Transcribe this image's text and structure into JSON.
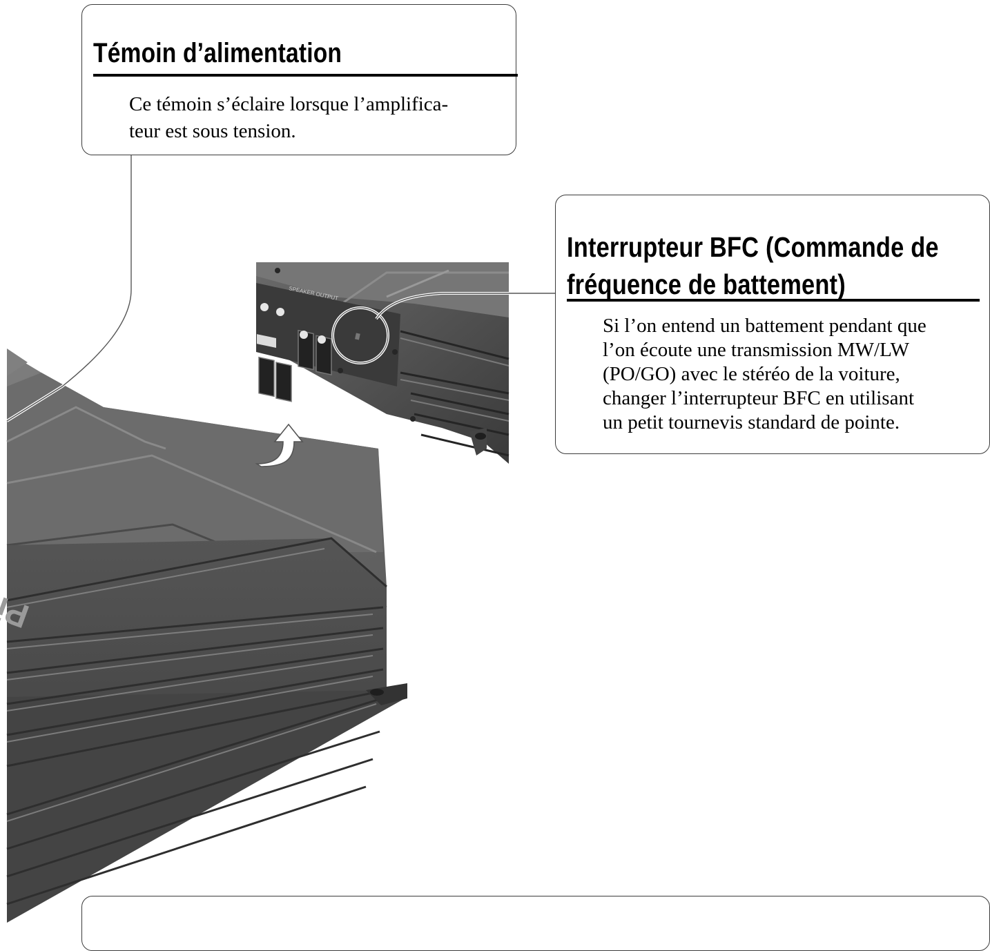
{
  "power_indicator": {
    "title": "Témoin d’alimentation",
    "text": "Ce témoin s’éclaire lorsque l’amplifica-\nteur est sous tension."
  },
  "bfc_switch": {
    "title": "Interrupteur BFC (Commande de\nfréquence de battement)",
    "text": "Si l’on entend un battement pendant que\nl’on écoute une transmission MW/LW\n(PO/GO) avec le stéréo de la voiture,\nchanger l’interrupteur BFC en utilisant\nun petit tournevis standard de pointe."
  },
  "amplifier": {
    "logo_text": "Pi",
    "panel_label": "SPEAKER OUTPUT"
  },
  "colors": {
    "amp_body": "#5b5b5b",
    "amp_dark": "#3c3c3c",
    "amp_light": "#7a7a7a"
  }
}
